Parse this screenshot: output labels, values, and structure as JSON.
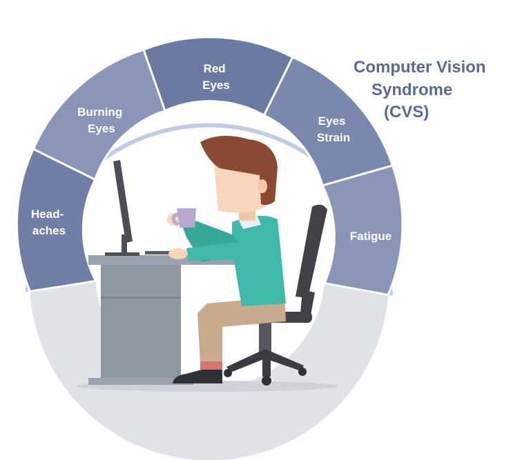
{
  "title": {
    "lines": [
      "Computer Vision",
      "Syndrome",
      "(CVS)"
    ],
    "color": "#5b6a93"
  },
  "segments": [
    {
      "key": "headaches",
      "lines": [
        "Head-",
        "aches"
      ],
      "color": "#717fa6"
    },
    {
      "key": "burning-eyes",
      "lines": [
        "Burning",
        "Eyes"
      ],
      "color": "#8a95b8"
    },
    {
      "key": "red-eyes",
      "lines": [
        "Red",
        "Eyes"
      ],
      "color": "#6b7aa1"
    },
    {
      "key": "eyes-strain",
      "lines": [
        "Eyes",
        "Strain"
      ],
      "color": "#7a88ad"
    },
    {
      "key": "fatigue",
      "lines": [
        "Fatigue"
      ],
      "color": "#8a95b8"
    }
  ],
  "colors": {
    "ring_outline": "#c3cbe0",
    "lower_ring": "#dfe2e7",
    "shirt": "#3fb9a8",
    "hair": "#8b4a32",
    "skin": "#f7d6bd",
    "pants": "#c8ab8c",
    "desk": "#8d97a2",
    "chair": "#404248"
  }
}
